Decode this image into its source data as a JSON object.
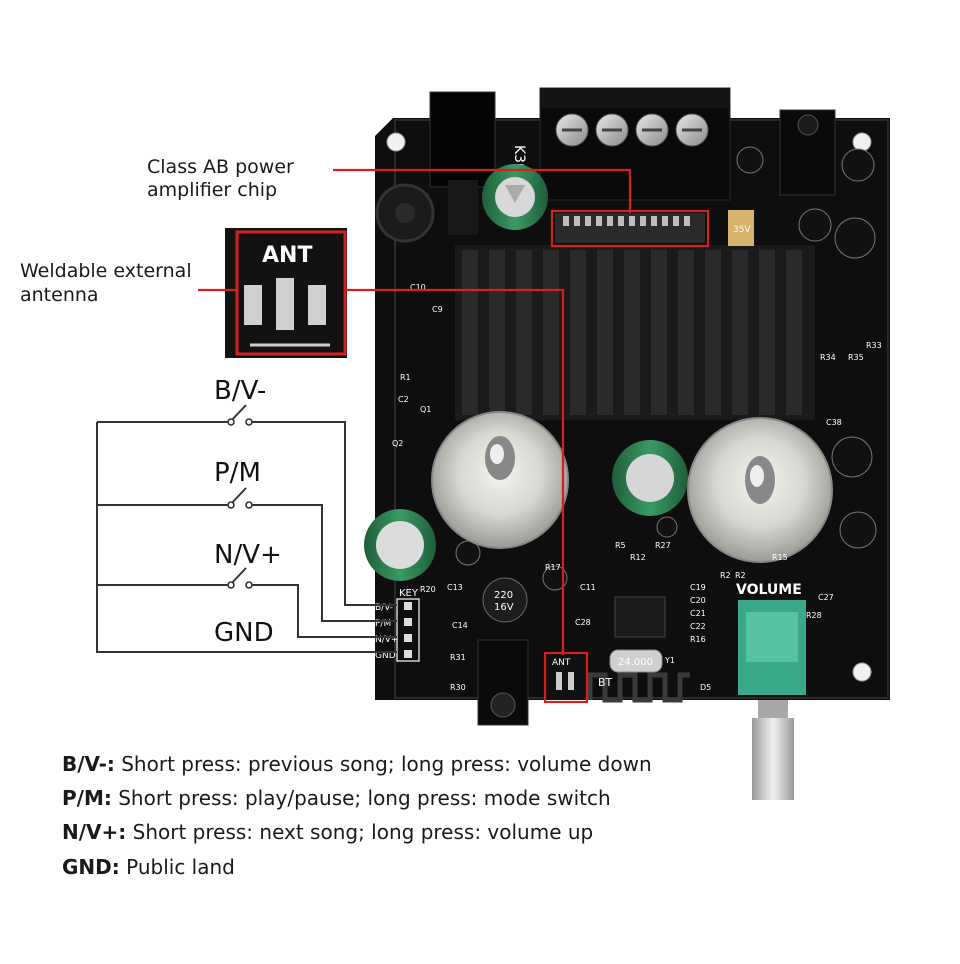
{
  "callouts": {
    "amp_chip_line1": "Class AB power",
    "amp_chip_line2": "amplifier chip",
    "antenna_line1": "Weldable external",
    "antenna_line2": "antenna"
  },
  "buttons": [
    {
      "label": "B/V-"
    },
    {
      "label": "P/M"
    },
    {
      "label": "N/V+"
    },
    {
      "label": "GND"
    }
  ],
  "board": {
    "header_pins": [
      "B/V-",
      "P/M",
      "N/V+",
      "GND"
    ],
    "key_label": "KEY",
    "ant_label": "ANT",
    "volume_label": "VOLUME",
    "bt_label": "BT",
    "terminal_label": "K302",
    "cap_220": "220",
    "cap_16v": "16V",
    "crystal": "24.000",
    "cap_35v": "35V",
    "small_labels": [
      "C10",
      "C9",
      "R17",
      "R20",
      "C13",
      "C14",
      "R31",
      "R30",
      "C19",
      "C20",
      "C21",
      "C22",
      "R16",
      "Y1",
      "D5",
      "C38",
      "R33",
      "R34",
      "R35",
      "R15",
      "R1",
      "Q1",
      "Q2",
      "C2",
      "R2",
      "C11",
      "C28",
      "C27",
      "R28",
      "R27",
      "R5",
      "R12",
      "R2"
    ]
  },
  "legend": [
    {
      "key": "B/V-:",
      "text": "Short press: previous song; long press: volume down"
    },
    {
      "key": "P/M:",
      "text": "Short press: play/pause; long press: mode switch"
    },
    {
      "key": "N/V+:",
      "text": "Short press: next song; long press: volume up"
    },
    {
      "key": "GND:",
      "text": "Public land"
    }
  ],
  "colors": {
    "board": "#111111",
    "callout_red": "#d42020",
    "wire": "#333333",
    "heatsink": "#1c1c1c",
    "cap_green": "#2e7d4f",
    "pot_green": "#3aa98a"
  }
}
